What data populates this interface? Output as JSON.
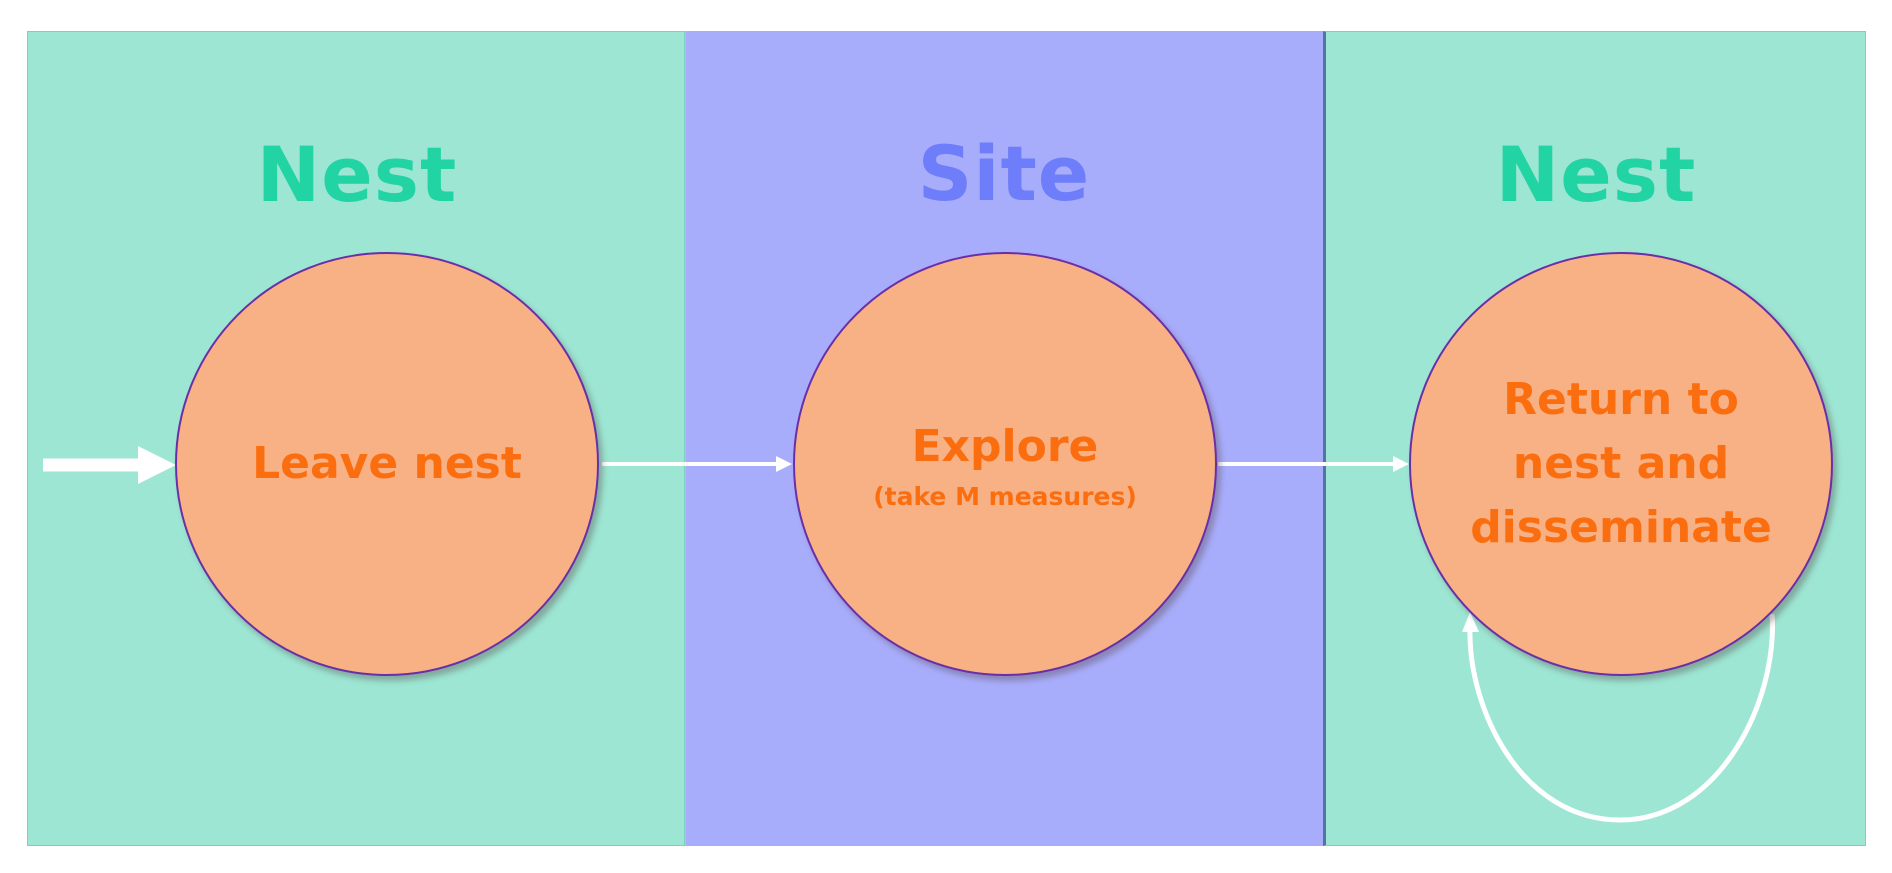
{
  "colors": {
    "nest_zone": "#9de6d3",
    "site_zone": "#a8adfb",
    "nest_title": "#22d4a4",
    "site_title": "#6e7efa",
    "node_fill": "#f8b185",
    "node_text": "#fb6e10",
    "node_border": "#6a2fa8",
    "arrow": "#ffffff"
  },
  "zones": [
    {
      "title": "Nest"
    },
    {
      "title": "Site"
    },
    {
      "title": "Nest"
    }
  ],
  "nodes": [
    {
      "label": "Leave nest"
    },
    {
      "label": "Explore",
      "sublabel": "(take M measures)"
    },
    {
      "label": "Return to\nnest and\ndisseminate"
    }
  ]
}
